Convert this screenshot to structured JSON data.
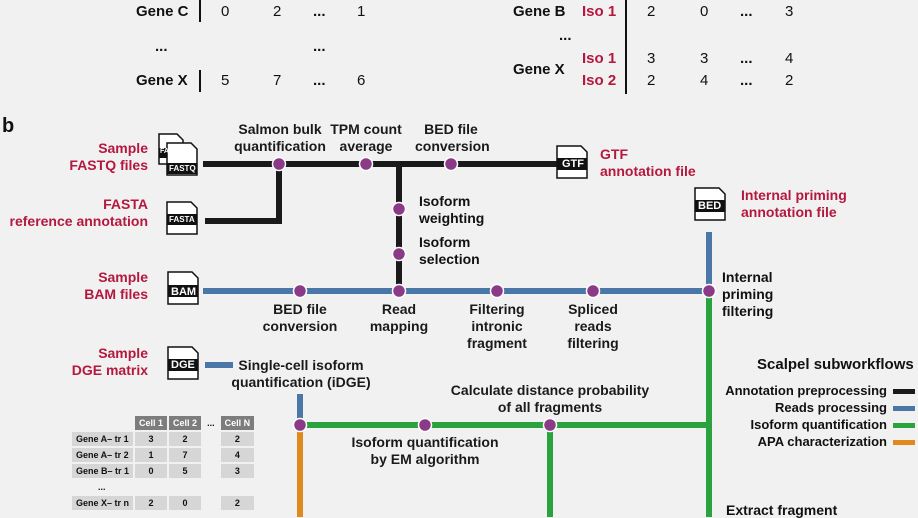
{
  "panel_a": {
    "left_table": {
      "rows": [
        {
          "gene": "Gene C",
          "values": [
            "0",
            "2",
            "...",
            "1"
          ]
        },
        {
          "gene": "...",
          "values": [
            "",
            "",
            "...",
            ""
          ]
        },
        {
          "gene": "Gene X",
          "values": [
            "5",
            "7",
            "...",
            "6"
          ]
        }
      ]
    },
    "right_table": {
      "rows": [
        {
          "gene": "Gene B",
          "iso": "Iso 1",
          "values": [
            "2",
            "0",
            "...",
            "3"
          ]
        },
        {
          "gene": "...",
          "iso": "",
          "values": []
        },
        {
          "gene": "Gene X",
          "iso": "Iso 1",
          "values": [
            "3",
            "3",
            "...",
            "4"
          ]
        },
        {
          "gene": "",
          "iso": "Iso 2",
          "values": [
            "2",
            "4",
            "...",
            "2"
          ]
        }
      ]
    }
  },
  "panel_b": {
    "label": "b",
    "inputs": {
      "fastq": "Sample\nFASTQ files",
      "fasta": "FASTA\nreference annotation",
      "bam": "Sample\nBAM files",
      "dge": "Sample\nDGE matrix",
      "gtf": "GTF\nannotation file",
      "bed": "Internal priming\nannotation file"
    },
    "file_icons": {
      "fastq": "FASTQ",
      "fastq_back": "FAS",
      "fasta": "FASTA",
      "gtf": "GTF",
      "bam": "BAM",
      "dge": "DGE",
      "bed": "BED"
    },
    "steps": {
      "salmon": "Salmon bulk\nquantification",
      "tpm": "TPM count\naverage",
      "bed_conv_top": "BED file\nconversion",
      "iso_weight": "Isoform\nweighting",
      "iso_select": "Isoform\nselection",
      "bed_conv_bottom": "BED file\nconversion",
      "read_map": "Read\nmapping",
      "filt_intronic": "Filtering\nintronic\nfragment",
      "spliced": "Spliced\nreads\nfiltering",
      "internal_priming": "Internal\npriming\nfiltering",
      "idge": "Single-cell isoform\nquantification (iDGE)",
      "distance": "Calculate distance probability\nof all fragments",
      "em": "Isoform quantification\nby EM algorithm",
      "extract": "Extract fragment"
    },
    "matrix": {
      "headers": [
        "",
        "Cell 1",
        "Cell 2",
        "...",
        "Cell N"
      ],
      "rows": [
        {
          "label": "Gene A– tr 1",
          "values": [
            "3",
            "2",
            "",
            "2"
          ]
        },
        {
          "label": "Gene A– tr 2",
          "values": [
            "1",
            "7",
            "",
            "4"
          ]
        },
        {
          "label": "Gene B– tr 1",
          "values": [
            "0",
            "5",
            "",
            "3"
          ]
        },
        {
          "label": "...",
          "values": [
            "",
            "",
            "",
            ""
          ]
        },
        {
          "label": "Gene X– tr n",
          "values": [
            "2",
            "0",
            "",
            "2"
          ]
        }
      ]
    },
    "legend": {
      "title": "Scalpel subworkflows",
      "items": [
        {
          "label": "Annotation preprocessing",
          "color": "#1a1a1a"
        },
        {
          "label": "Reads processing",
          "color": "#4a77a8"
        },
        {
          "label": "Isoform quantification",
          "color": "#2aa33e"
        },
        {
          "label": "APA characterization",
          "color": "#e08a1e"
        }
      ]
    },
    "colors": {
      "node": "#8a3a86",
      "black_line": "#1a1a1a",
      "blue_line": "#4a77a8",
      "green_line": "#2aa33e",
      "orange_line": "#e08a1e",
      "input_label": "#b5183e"
    }
  }
}
